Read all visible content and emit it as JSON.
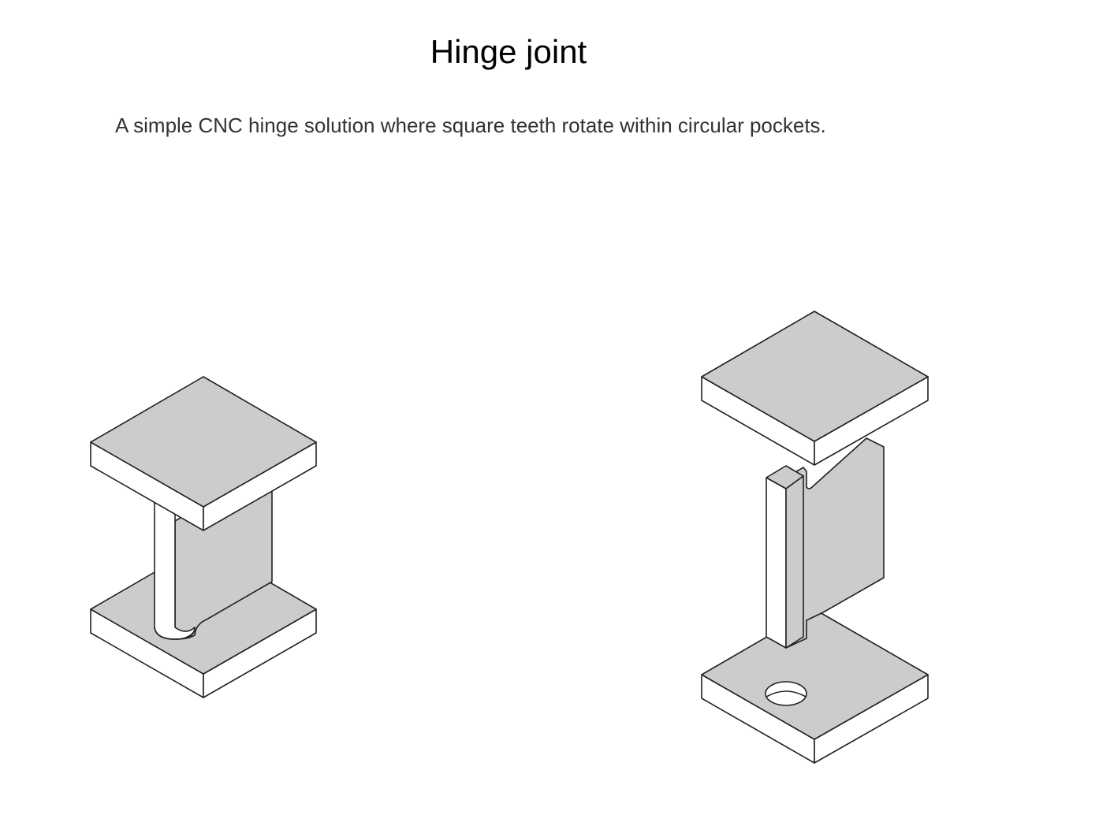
{
  "title": "Hinge joint",
  "description": "A simple CNC hinge solution where square teeth rotate within circular pockets.",
  "colors": {
    "face_fill": "#cccccc",
    "side_fill": "#ffffff",
    "outline": "#222222",
    "title_text": "#000000",
    "body_text": "#333333"
  },
  "figures": [
    {
      "id": "assembled-hinge"
    },
    {
      "id": "exploded-hinge"
    }
  ]
}
